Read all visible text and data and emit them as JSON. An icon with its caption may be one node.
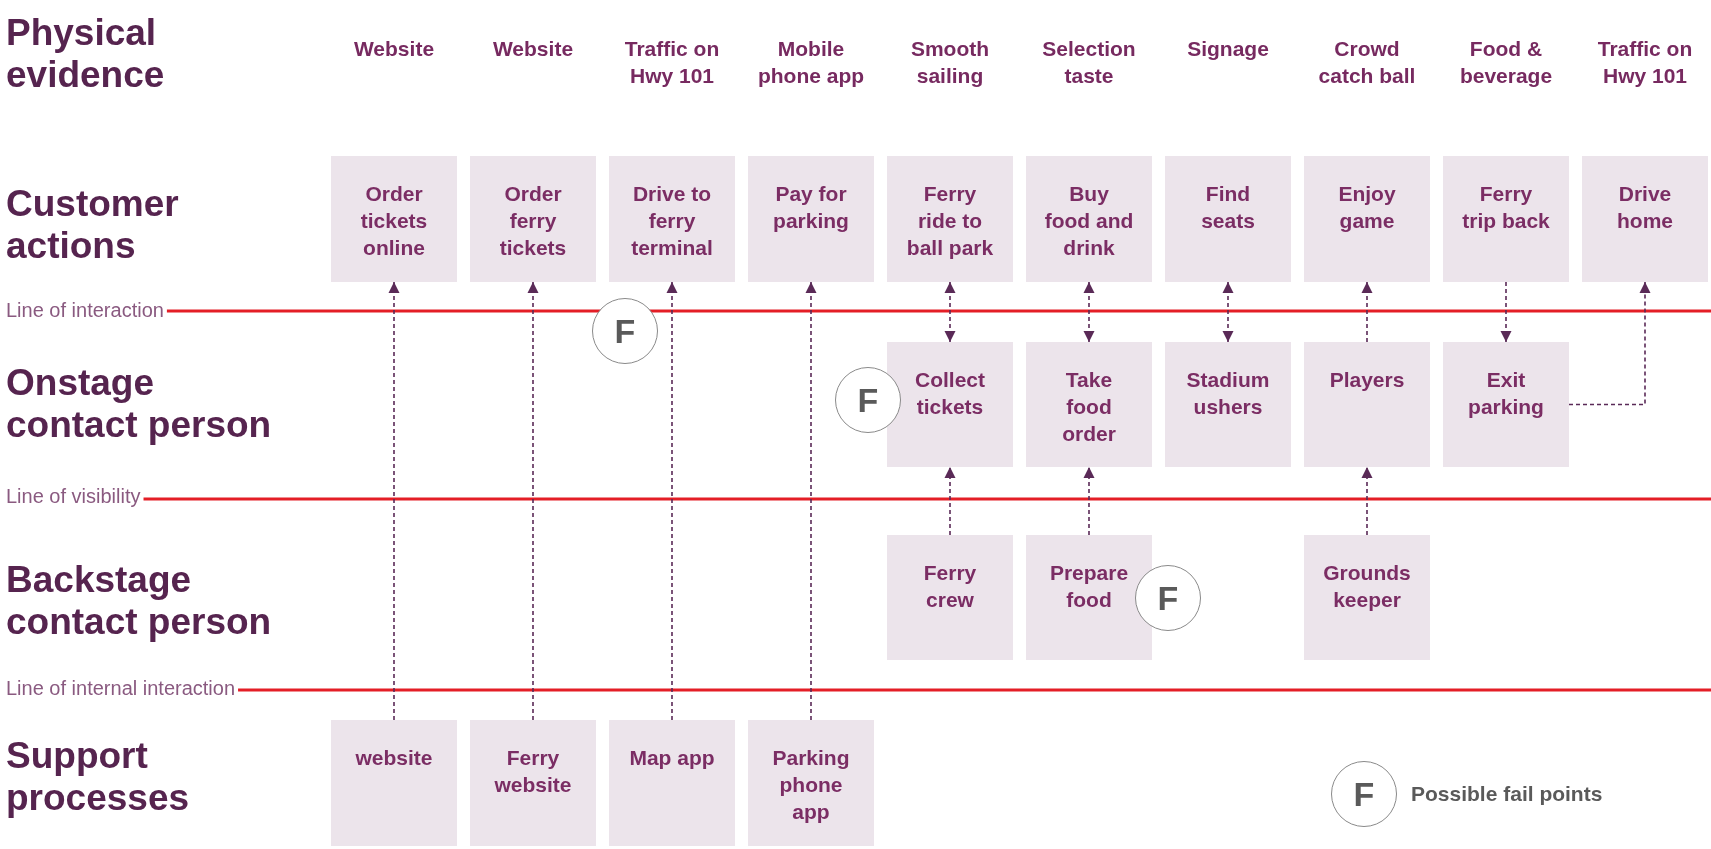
{
  "diagram": {
    "nodes": [
      {
        "text": [
          "Order tickets online"
        ]
      },
      {
        "text": [
          "Order ferry tickets"
        ]
      },
      {
        "text": [
          "Drive to ferry terminal"
        ]
      },
      {
        "text": [
          "Pay for parking"
        ]
      },
      {
        "text": [
          "Ferry ride to ball park"
        ]
      },
      {
        "text": [
          "Buy food and drink"
        ]
      },
      {
        "text": [
          "Find seats"
        ]
      },
      {
        "text": [
          "Enjoy game"
        ]
      },
      {
        "text": [
          "Ferry trip back"
        ]
      },
      {
        "text": [
          "Drive home"
        ]
      },
      {
        "text": [
          "F"
        ]
      },
      {
        "text": [
          "F"
        ]
      },
      {
        "text": [
          "Collect tickets"
        ]
      },
      {
        "text": [
          "Take food order"
        ]
      },
      {
        "text": [
          "Stadium ushers"
        ]
      },
      {
        "text": [
          "Players"
        ]
      },
      {
        "text": [
          "Exit parking"
        ]
      },
      {
        "text": [
          "Ferry crew"
        ]
      },
      {
        "text": [
          "Prepare food"
        ]
      },
      {
        "text": [
          "F"
        ]
      },
      {
        "text": [
          "Grounds keeper"
        ]
      },
      {
        "text": [
          "website"
        ]
      },
      {
        "text": [
          "Ferry website"
        ]
      },
      {
        "text": [
          "Map app"
        ]
      },
      {
        "text": [
          "Parking phone app"
        ]
      },
      {
        "text": [
          "F"
        ]
      }
    ],
    "edges": [
      {
        "from": 21,
        "to": 0,
        "arrow": "to",
        "style": "dashed"
      },
      {
        "from": 22,
        "to": 1,
        "arrow": "to",
        "style": "dashed"
      },
      {
        "from": 23,
        "to": 2,
        "arrow": "to",
        "style": "dashed"
      },
      {
        "from": 24,
        "to": 3,
        "arrow": "to",
        "style": "dashed"
      },
      {
        "from": 4,
        "to": 12,
        "arrow": "both",
        "style": "dashed"
      },
      {
        "from": 5,
        "to": 13,
        "arrow": "both",
        "style": "dashed"
      },
      {
        "from": 6,
        "to": 14,
        "arrow": "both",
        "style": "dashed"
      },
      {
        "from": 15,
        "to": 7,
        "arrow": "to",
        "style": "dashed"
      },
      {
        "from": 8,
        "to": 16,
        "arrow": "to",
        "style": "dashed"
      },
      {
        "from": 16,
        "to": 9,
        "arrow": "to",
        "style": "dashed"
      },
      {
        "from": 17,
        "to": 12,
        "arrow": "to",
        "style": "dashed"
      },
      {
        "from": 18,
        "to": 13,
        "arrow": "to",
        "style": "dashed"
      },
      {
        "from": 20,
        "to": 15,
        "arrow": "to",
        "style": "dashed"
      }
    ],
    "labels": [
      "Physical evidence",
      "Website",
      "Website",
      "Traffic on Hwy 101",
      "Mobile phone app",
      "Smooth sailing",
      "Selection taste",
      "Signage",
      "Crowd catch ball",
      "Food & beverage",
      "Traffic on Hwy 101",
      "Customer actions",
      "Line of interaction",
      "Onstage contact person",
      "Line of visibility",
      "Backstage contact person",
      "Line of internal interaction",
      "Support processes"
    ],
    "legend": [
      {
        "text": "Possible fail points"
      }
    ]
  }
}
